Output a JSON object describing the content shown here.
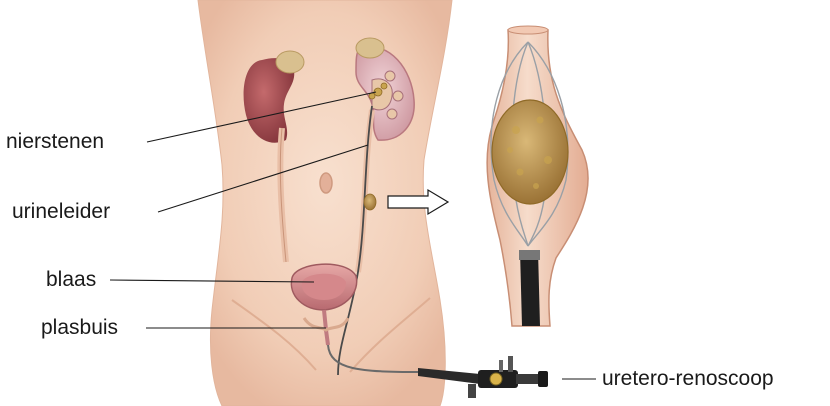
{
  "labels": {
    "kidney_stones": "nierstenen",
    "ureter": "urineleider",
    "bladder": "blaas",
    "urethra": "plasbuis",
    "ureteroscope": "uretero-renoscoop"
  },
  "colors": {
    "skin": "#f3d2bd",
    "skin_shadow": "#e2b59c",
    "kidney": "#a54a4f",
    "bladder": "#c97f83",
    "stone": "#b58c45",
    "scope": "#2a2a2a",
    "line": "#1a1a1a"
  }
}
